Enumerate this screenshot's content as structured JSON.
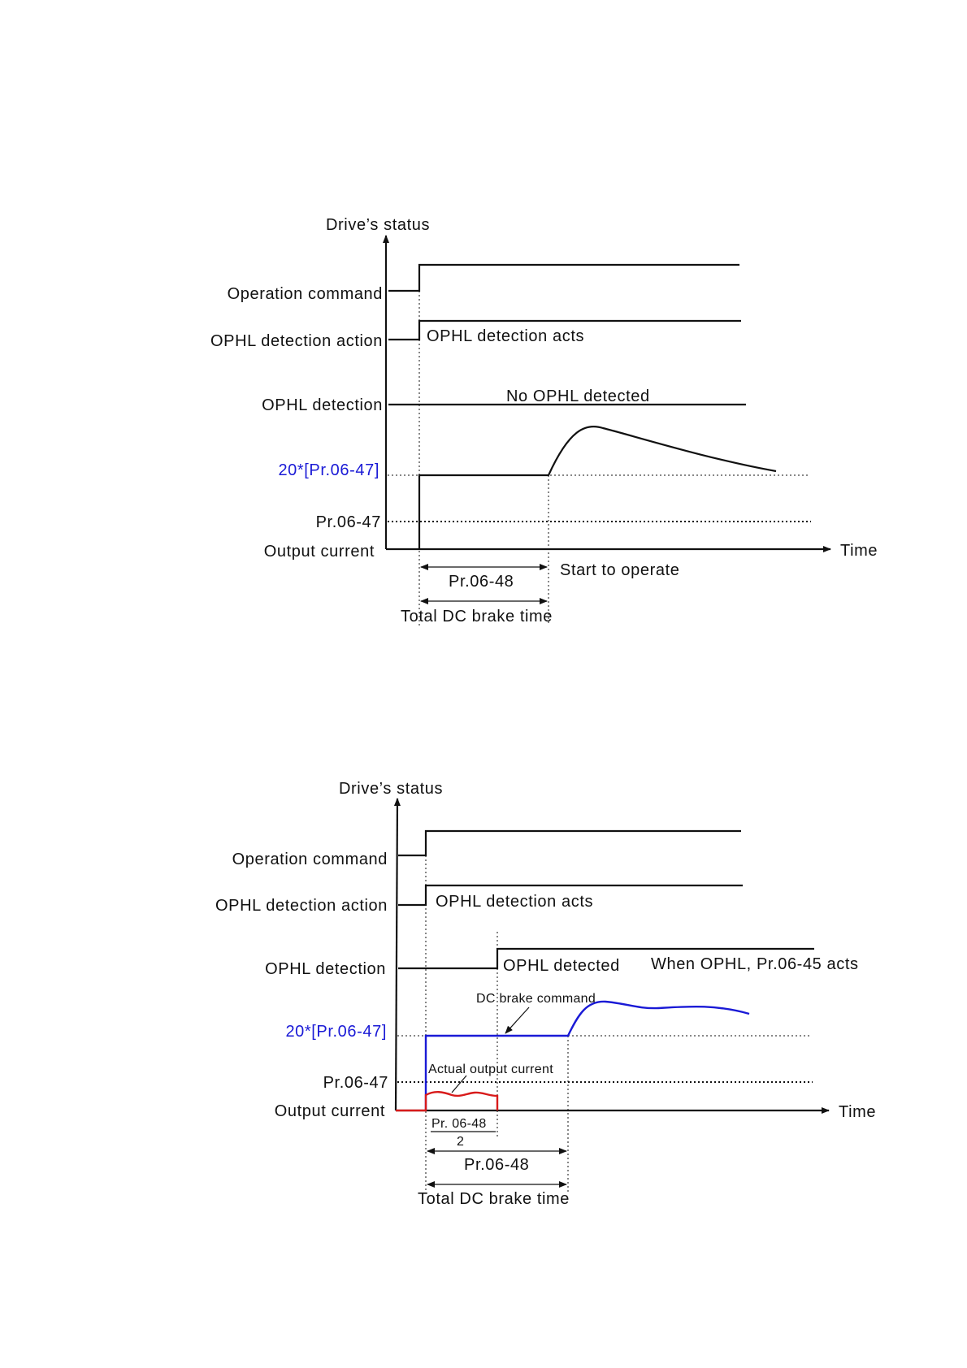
{
  "diagram1": {
    "y_axis_title": "Drive’s status",
    "row_operation_command": "Operation command",
    "row_ophl_action": "OPHL detection action",
    "row_ophl_detection": "OPHL detection",
    "level_20x": "20*[Pr.06-47]",
    "level_pr": "Pr.06-47",
    "row_output_current": "Output current",
    "x_axis_title": "Time",
    "note_ophl_acts": "OPHL detection acts",
    "note_no_ophl": "No OPHL detected",
    "note_start": "Start to operate",
    "dim_pr0648": "Pr.06-48",
    "dim_total": "Total DC brake time"
  },
  "diagram2": {
    "y_axis_title": "Drive’s status",
    "row_operation_command": "Operation command",
    "row_ophl_action": "OPHL detection action",
    "row_ophl_detection": "OPHL detection",
    "level_20x": "20*[Pr.06-47]",
    "level_pr": "Pr.06-47",
    "row_output_current": "Output current",
    "x_axis_title": "Time",
    "note_ophl_acts": "OPHL detection acts",
    "note_ophl_detected": "OPHL detected",
    "note_when_ophl": "When OPHL, Pr.06-45 acts",
    "note_dc_cmd": "DC brake command",
    "note_actual_current": "Actual output current",
    "frac_numerator": "Pr. 06-48",
    "frac_denominator": "2",
    "dim_pr0648": "Pr.06-48",
    "dim_total": "Total DC brake time"
  },
  "colors": {
    "dc_brake_command": "#1a1ad6",
    "actual_output_current": "#d81b1b",
    "level_label": "#1a1ad6"
  }
}
